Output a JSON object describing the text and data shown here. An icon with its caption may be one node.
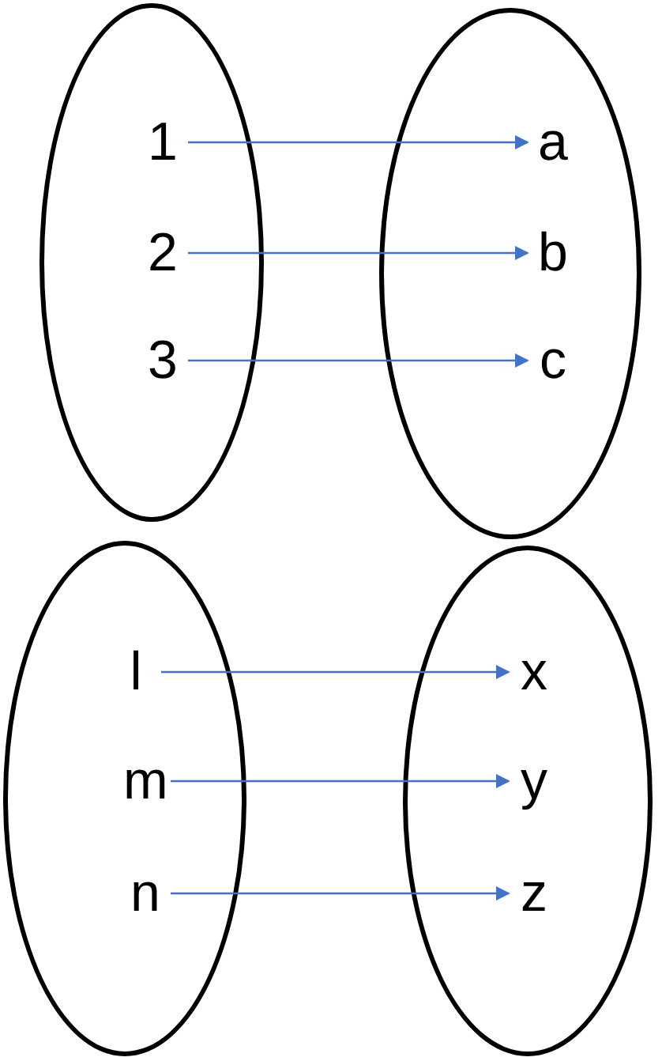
{
  "diagram": {
    "nodes": [
      {
        "text": [],
        "shape": "ellipse"
      },
      {
        "text": [
          "1"
        ],
        "in": 0
      },
      {
        "text": [
          "2"
        ],
        "in": 0
      },
      {
        "text": [
          "3"
        ],
        "in": 0
      },
      {
        "text": [],
        "shape": "ellipse"
      },
      {
        "text": [
          "a"
        ],
        "in": 4
      },
      {
        "text": [
          "b"
        ],
        "in": 4
      },
      {
        "text": [
          "c"
        ],
        "in": 4
      },
      {
        "text": [],
        "shape": "ellipse"
      },
      {
        "text": [
          "l"
        ],
        "in": 8
      },
      {
        "text": [
          "m"
        ],
        "in": 8
      },
      {
        "text": [
          "n"
        ],
        "in": 8
      },
      {
        "text": [],
        "shape": "ellipse"
      },
      {
        "text": [
          "x"
        ],
        "in": 12
      },
      {
        "text": [
          "y"
        ],
        "in": 12
      },
      {
        "text": [
          "z"
        ],
        "in": 12
      }
    ],
    "edges": [
      {
        "from": 1,
        "to": 5,
        "arrow": "to"
      },
      {
        "from": 2,
        "to": 6,
        "arrow": "to"
      },
      {
        "from": 3,
        "to": 7,
        "arrow": "to"
      },
      {
        "from": 9,
        "to": 13,
        "arrow": "to"
      },
      {
        "from": 10,
        "to": 14,
        "arrow": "to"
      },
      {
        "from": 11,
        "to": 15,
        "arrow": "to"
      }
    ]
  }
}
